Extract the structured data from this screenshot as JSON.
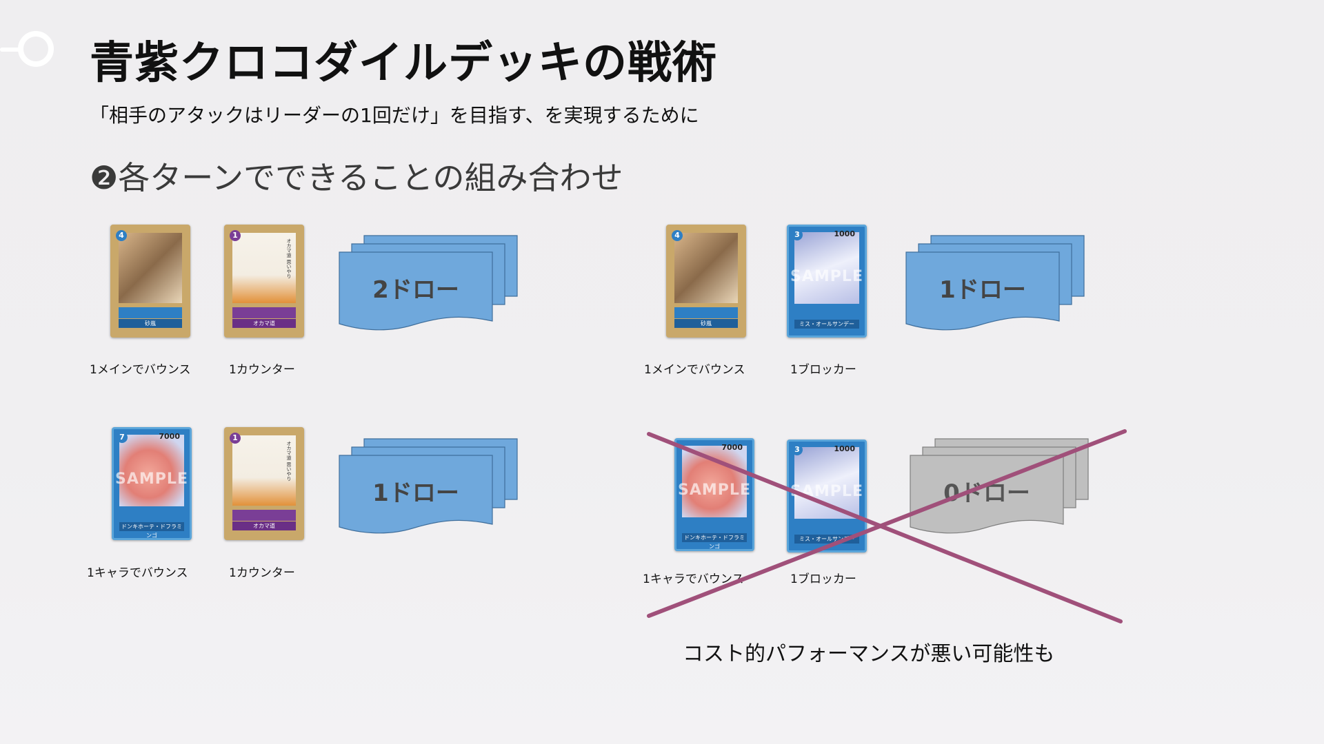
{
  "slide": {
    "title": "青紫クロコダイルデッキの戦術",
    "subtitle": "「相手のアタックはリーダーの1回だけ」を目指す、を実現するために",
    "heading": "❷各ターンでできることの組み合わせ",
    "note": "コスト的パフォーマンスが悪い可能性も"
  },
  "colors": {
    "draw_blue": "#6fa8dc",
    "draw_gray": "#bfbfbf",
    "cross": "#a0507a",
    "blue_card": "#2e7fc4",
    "purple_card": "#7a3e96"
  },
  "combos": [
    {
      "cards": [
        {
          "cost": "4",
          "name": "砂嵐",
          "label": "1メインでバウンス",
          "power": "",
          "sample": ""
        },
        {
          "cost": "1",
          "name": "オカマ道",
          "label": "1カウンター",
          "power": "",
          "sample": "",
          "vtext": "オカマ道  思いやり"
        }
      ],
      "draw": "2ドロー"
    },
    {
      "cards": [
        {
          "cost": "4",
          "name": "砂嵐",
          "label": "1メインでバウンス",
          "power": "",
          "sample": ""
        },
        {
          "cost": "3",
          "name": "ミス・オールサンデー",
          "label": "1ブロッカー",
          "power": "1000",
          "sample": "SAMPLE"
        }
      ],
      "draw": "1ドロー"
    },
    {
      "cards": [
        {
          "cost": "7",
          "name": "ドンキホーテ・ドフラミンゴ",
          "label": "1キャラでバウンス",
          "power": "7000",
          "sample": "SAMPLE"
        },
        {
          "cost": "1",
          "name": "オカマ道",
          "label": "1カウンター",
          "power": "",
          "sample": "",
          "vtext": "オカマ道  思いやり"
        }
      ],
      "draw": "1ドロー"
    },
    {
      "cards": [
        {
          "cost": "",
          "name": "ドンキホーテ・ドフラミンゴ",
          "label": "1キャラでバウンス",
          "power": "7000",
          "sample": "SAMPLE"
        },
        {
          "cost": "3",
          "name": "ミス・オールサンデー",
          "label": "1ブロッカー",
          "power": "1000",
          "sample": "SAMPLE"
        }
      ],
      "draw": "0ドロー"
    }
  ]
}
